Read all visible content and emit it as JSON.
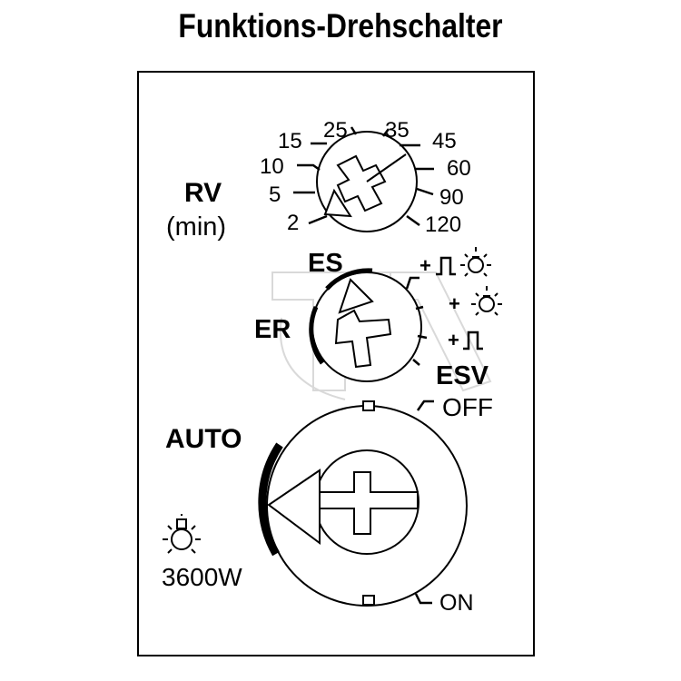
{
  "title": "Funktions-Drehschalter",
  "rv_dial": {
    "label": "RV",
    "unit": "(min)",
    "left_values": [
      "15",
      "10",
      "5",
      "2"
    ],
    "top_values": [
      "25",
      "35"
    ],
    "right_values": [
      "45",
      "60",
      "90",
      "120"
    ]
  },
  "mode_dial": {
    "es": "ES",
    "er": "ER",
    "esv": "ESV",
    "plus_pulse_lamp": "+",
    "plus_lamp": "+",
    "plus_pulse": "+"
  },
  "main_dial": {
    "auto": "AUTO",
    "off": "OFF",
    "on": "ON",
    "power": "3600W"
  },
  "icons": [
    "lamp-icon",
    "pulse-icon",
    "screw-slot-icon",
    "arrow-pointer-icon"
  ]
}
